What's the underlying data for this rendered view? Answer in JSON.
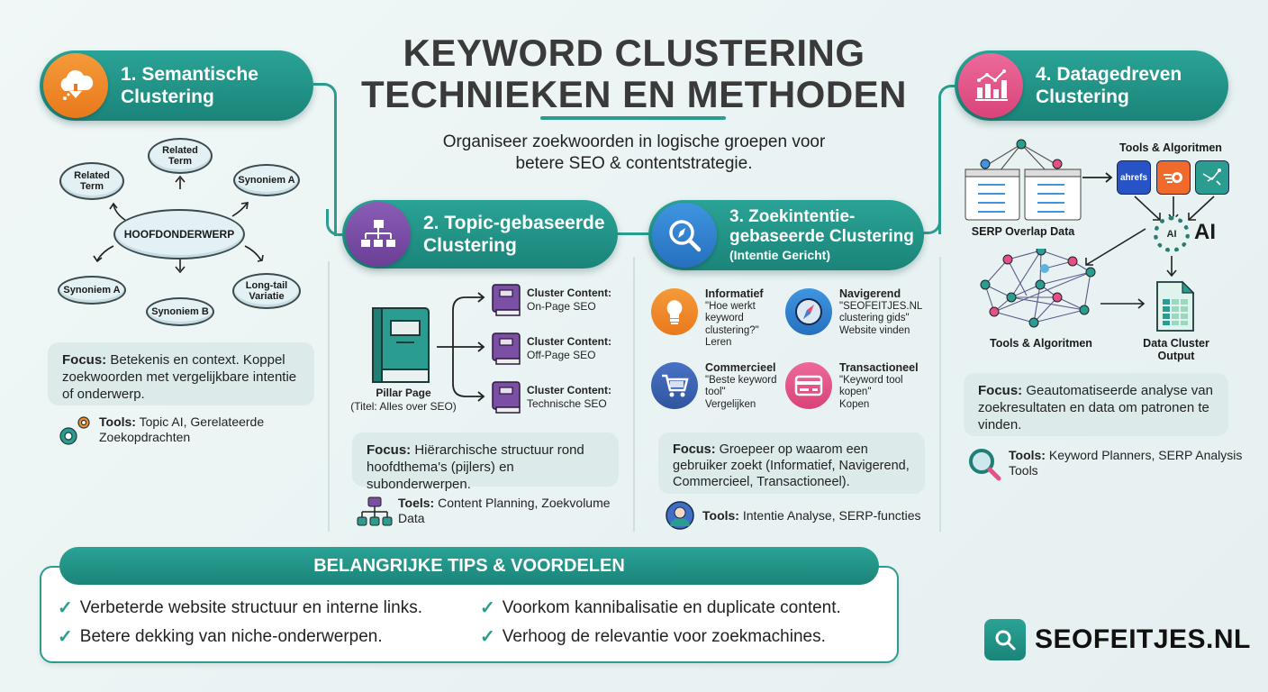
{
  "header": {
    "title_line1": "KEYWORD CLUSTERING",
    "title_line2": "TECHNIEKEN EN METHODEN",
    "subtitle_line1": "Organiseer zoekwoorden in logische groepen voor",
    "subtitle_line2": "betere SEO & contentstrategie."
  },
  "colors": {
    "teal": "#1f9386",
    "orange": "#f28a2c",
    "purple": "#7b4fa3",
    "blue": "#2f7fd0",
    "pink": "#e34f86",
    "focus_bg": "#dcebea"
  },
  "sections": [
    {
      "title_line1": "1. Semantische",
      "title_line2": "Clustering",
      "icon": "cloud-download-icon",
      "diagram": {
        "center": "HOOFDONDERWERP",
        "nodes": [
          "Related Term",
          "Related Term",
          "Synoniem A",
          "Synoniem A",
          "Synoniem B",
          "Long-tail Variatie"
        ]
      },
      "focus_label": "Focus:",
      "focus_text": "Betekenis en context. Koppel zoekwoorden met vergelijkbare intentie of onderwerp.",
      "tools_label": "Tools:",
      "tools_text": "Topic AI, Gerelateerde Zoekopdrachten",
      "tools_icon": "gears-icon"
    },
    {
      "title_line1": "2. Topic-gebaseerde",
      "title_line2": "Clustering",
      "icon": "folder-hierarchy-icon",
      "pillar": {
        "title": "Pillar Page",
        "subtitle": "(Titel: Alles over SEO)"
      },
      "clusters": [
        {
          "title": "Cluster Content:",
          "name": "On-Page SEO"
        },
        {
          "title": "Cluster Content:",
          "name": "Off-Page SEO"
        },
        {
          "title": "Cluster Content:",
          "name": "Technische SEO"
        }
      ],
      "focus_label": "Focus:",
      "focus_text": "Hiërarchische structuur rond hoofdthema's (pijlers) en subonderwerpen.",
      "tools_label": "Toels:",
      "tools_text": "Content Planning, Zoekvolume Data",
      "tools_icon": "sitemap-icon"
    },
    {
      "title_line1": "3. Zoekintentie-",
      "title_line2": "gebaseerde Clustering",
      "title_sub": "(Intentie Gericht)",
      "icon": "search-compass-icon",
      "intents": [
        {
          "name": "Informatief",
          "line1": "\"Hoe werkt",
          "line2": "keyword",
          "line3": "clustering?\"",
          "goal": "Leren",
          "icon": "lightbulb-icon"
        },
        {
          "name": "Navigerend",
          "line1": "\"SEOFEITJES.NL",
          "line2": "clustering gids\"",
          "line3": "",
          "goal": "Website vinden",
          "icon": "compass-icon"
        },
        {
          "name": "Commercieel",
          "line1": "\"Beste keyword",
          "line2": "tool\"",
          "line3": "",
          "goal": "Vergelijken",
          "icon": "cart-icon"
        },
        {
          "name": "Transactioneel",
          "line1": "\"Keyword tool",
          "line2": "kopen\"",
          "line3": "",
          "goal": "Kopen",
          "icon": "credit-card-icon"
        }
      ],
      "focus_label": "Focus:",
      "focus_text": "Groepeer op waarom een gebruiker zoekt (Informatief, Navigerend, Commercieel, Transactioneel).",
      "tools_label": "Tools:",
      "tools_text": "Intentie Analyse, SERP-functies",
      "tools_icon": "user-avatar-icon"
    },
    {
      "title_line1": "4. Datagedreven",
      "title_line2": "Clustering",
      "icon": "bar-chart-icon",
      "serp_label": "SERP Overlap Data",
      "tools_heading": "Tools & Algoritmen",
      "tool_logos": [
        "ahrefs",
        "semrush",
        "keyword-insights"
      ],
      "ahrefs_text": "ahrefs",
      "ai_label": "AI",
      "ai_badge": "AI",
      "network_label": "Tools & Algoritmen",
      "output_label_line1": "Data Cluster",
      "output_label_line2": "Output",
      "focus_label": "Focus:",
      "focus_text": "Geautomatiseerde analyse van zoekresultaten en data om patronen te vinden.",
      "tools_label": "Tools:",
      "tools_text": "Keyword Planners, SERP Analysis Tools",
      "tools_icon": "magnifier-icon"
    }
  ],
  "tips": {
    "heading": "BELANGRIJKE TIPS & VOORDELEN",
    "items": [
      "Verbeterde website structuur en interne links.",
      "Voorkom kannibalisatie en duplicate content.",
      "Betere dekking van niche-onderwerpen.",
      "Verhoog de relevantie voor zoekmachines."
    ]
  },
  "brand": {
    "name": "SEOFEITJES.NL"
  }
}
